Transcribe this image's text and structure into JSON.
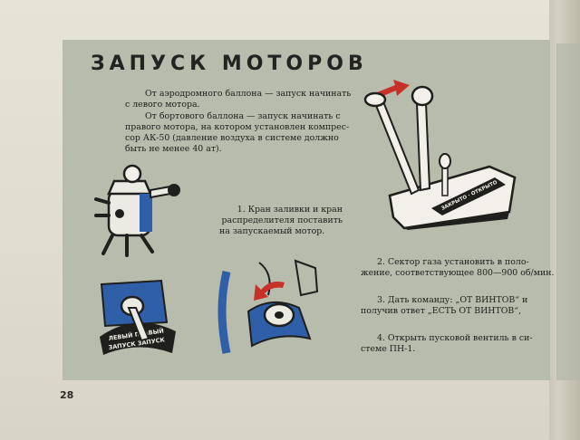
{
  "page": {
    "title": "ЗАПУСК МОТОРОВ",
    "page_number": "28"
  },
  "intro": {
    "p1": [
      "От аэродромного баллона — запуск начинать",
      "с левого мотора."
    ],
    "p2": [
      "От бортового баллона — запуск начинать с",
      "правого мотора, на котором установлен компрес-",
      "сор АК-50 (давление воздуха в системе должно",
      "быть не менее 40 ат)."
    ]
  },
  "steps": {
    "step1": [
      "1. Кран заливки и кран",
      "распределителя поставить",
      "на запускаемый мотор."
    ],
    "step2": [
      "2. Сектор газа установить в поло-",
      "жение, соответствующее 800—900 об/мин."
    ],
    "step3": [
      "3. Дать команду: „ОТ ВИНТОВ“ и",
      "получив ответ „ЕСТЬ ОТ ВИНТОВ“,"
    ],
    "step4": [
      "4. Открыть пусковой вентиль в си-",
      "стеме ПН-1."
    ]
  },
  "labels": {
    "throttle_scale_label": "ЗАКРЫТО · ОТКРЫТО",
    "valve_dial_label_top": "ЛЕВЫЙ ПРАВЫЙ",
    "valve_dial_label_bottom": "ЗАПУСК ЗАПУСК"
  },
  "colors": {
    "panel": "#b7bcac",
    "accent_red": "#c8312a",
    "accent_blue": "#2f5fa8",
    "ink": "#1f1f1d"
  }
}
